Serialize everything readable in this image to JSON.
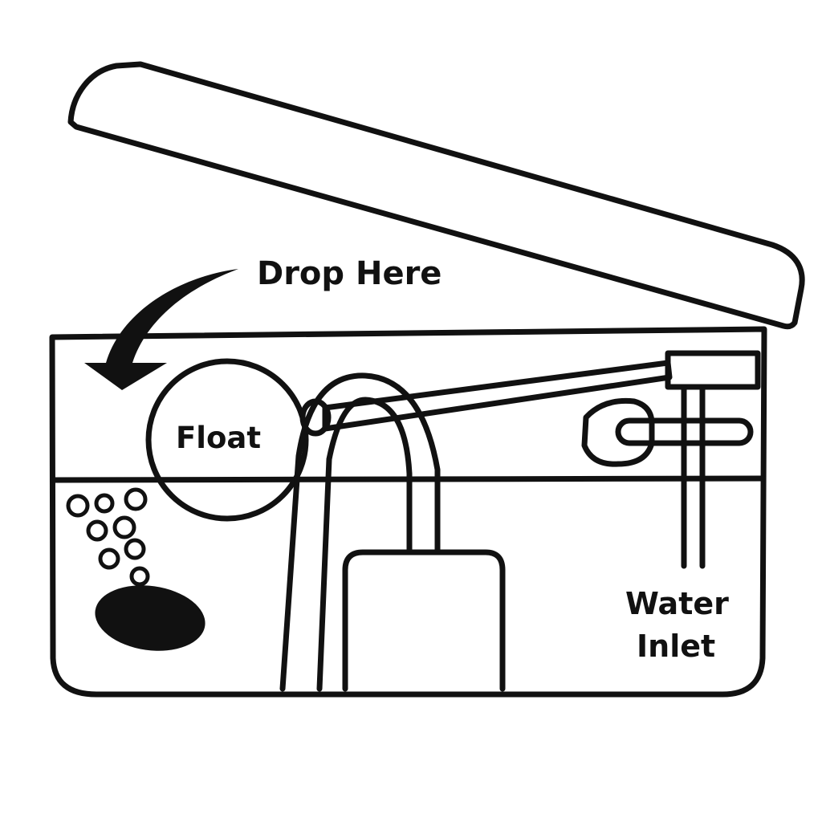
{
  "labels": {
    "drop_here": "Drop Here",
    "float": "Float",
    "water_inlet_line1": "Water",
    "water_inlet_line2": "Inlet"
  },
  "colors": {
    "ink": "#111111",
    "paper": "#ffffff"
  }
}
